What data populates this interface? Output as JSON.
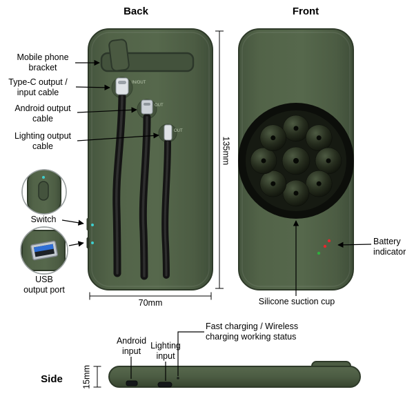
{
  "titles": {
    "back": "Back",
    "front": "Front",
    "side": "Side"
  },
  "back_view": {
    "bracket_label": "Mobile phone\nbracket",
    "typec_label": "Type-C output /\ninput cable",
    "android_label": "Android output\ncable",
    "lighting_label": "Lighting output\ncable",
    "switch_label": "Switch",
    "usb_label": "USB\noutput port",
    "height_dim": "135mm",
    "width_dim": "70mm",
    "typec_marking": "IN/OUT",
    "android_marking": "OUT",
    "lighting_marking": "OUT"
  },
  "front_view": {
    "battery_label": "Battery\nindicator",
    "suction_label": "Silicone suction cup"
  },
  "side_view": {
    "fast_label": "Fast charging / Wireless\ncharging working status",
    "android_input_label": "Android\ninput",
    "lighting_input_label": "Lighting\ninput",
    "thickness_dim": "15mm"
  },
  "colors": {
    "device_green": "#4c5c43",
    "device_green_dark": "#2e3a29",
    "cable_black": "#141414",
    "indicator_red": "#e8262d",
    "indicator_green": "#2fae3d",
    "usb_blue": "#2f6fd6",
    "accent_teal": "#3ecfcf"
  }
}
